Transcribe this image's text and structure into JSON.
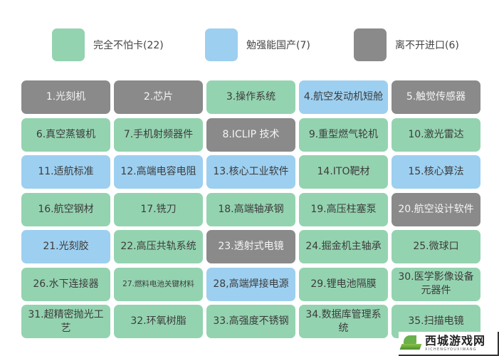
{
  "legend": [
    {
      "label": "完全不怕卡(22)",
      "color": "#94d3b0",
      "key": "green"
    },
    {
      "label": "勉强能国产(7)",
      "color": "#9dcff0",
      "key": "blue"
    },
    {
      "label": "离不开进口(6)",
      "color": "#8a8a8a",
      "key": "gray"
    }
  ],
  "items": [
    {
      "label": "1.光刻机",
      "category": "gray"
    },
    {
      "label": "2.芯片",
      "category": "gray"
    },
    {
      "label": "3.操作系统",
      "category": "green"
    },
    {
      "label": "4.航空发动机短舱",
      "category": "blue"
    },
    {
      "label": "5.触觉传感器",
      "category": "gray"
    },
    {
      "label": "6.真空蒸镀机",
      "category": "green"
    },
    {
      "label": "7.手机射频器件",
      "category": "green"
    },
    {
      "label": "8.ICLIP 技术",
      "category": "gray"
    },
    {
      "label": "9.重型燃气轮机",
      "category": "green"
    },
    {
      "label": "10.激光雷达",
      "category": "green"
    },
    {
      "label": "11.适航标准",
      "category": "blue"
    },
    {
      "label": "12.高端电容电阻",
      "category": "blue"
    },
    {
      "label": "13.核心工业软件",
      "category": "blue"
    },
    {
      "label": "14.ITO靶材",
      "category": "green"
    },
    {
      "label": "15.核心算法",
      "category": "blue"
    },
    {
      "label": "16.航空钢材",
      "category": "green"
    },
    {
      "label": "17.铣刀",
      "category": "green"
    },
    {
      "label": "18.高端轴承钢",
      "category": "green"
    },
    {
      "label": "19.高压柱塞泵",
      "category": "green"
    },
    {
      "label": "20.航空设计软件",
      "category": "gray"
    },
    {
      "label": "21.光刻胶",
      "category": "blue"
    },
    {
      "label": "22.高压共轨系统",
      "category": "green"
    },
    {
      "label": "23.透射式电镜",
      "category": "gray"
    },
    {
      "label": "24.掘金机主轴承",
      "category": "green"
    },
    {
      "label": "25.微球口",
      "category": "green"
    },
    {
      "label": "26.水下连接器",
      "category": "green"
    },
    {
      "label": "27.燃料电池关键材料",
      "category": "green",
      "small": true
    },
    {
      "label": "28,高端焊接电源",
      "category": "blue"
    },
    {
      "label": "29.锂电池隔膜",
      "category": "green"
    },
    {
      "label": "30.医学影像设备元器件",
      "category": "green"
    },
    {
      "label": "31.超精密抛光工艺",
      "category": "green"
    },
    {
      "label": "32.环氧树脂",
      "category": "green"
    },
    {
      "label": "33.高强度不锈钢",
      "category": "green"
    },
    {
      "label": "34.数据库管理系统",
      "category": "green"
    },
    {
      "label": "35.扫描电镜",
      "category": "green"
    }
  ],
  "watermark": {
    "title": "西城游戏网",
    "subtitle": "XICHENGYOUXIWANG"
  }
}
